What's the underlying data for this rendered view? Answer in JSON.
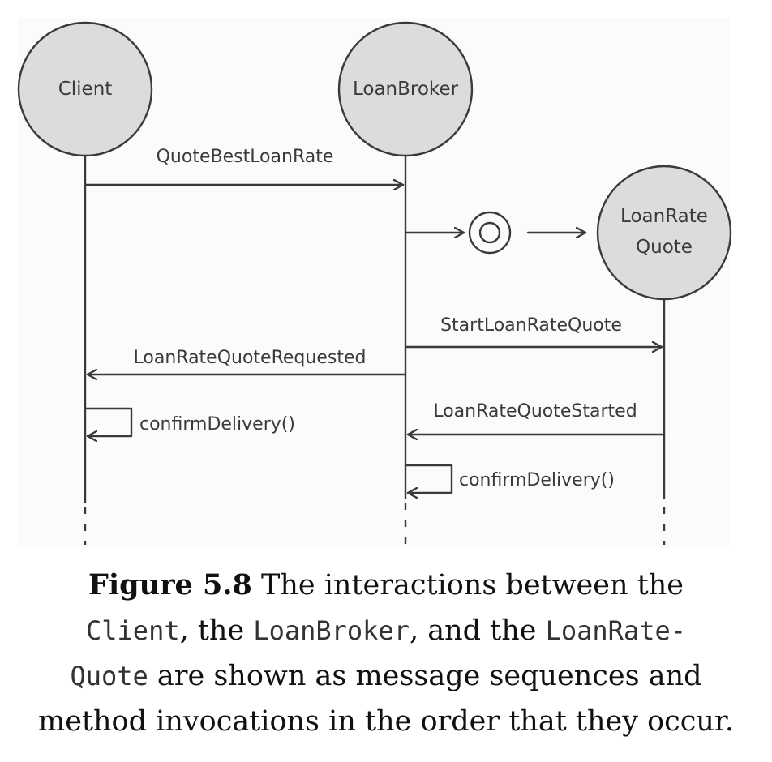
{
  "actors": {
    "client": "Client",
    "broker": "LoanBroker",
    "quote_line1": "LoanRate",
    "quote_line2": "Quote"
  },
  "messages": {
    "quote_best_loan_rate": "QuoteBestLoanRate",
    "start_loan_rate_quote": "StartLoanRateQuote",
    "loan_rate_quote_requested": "LoanRateQuoteRequested",
    "loan_rate_quote_started": "LoanRateQuoteStarted",
    "confirm_delivery_client": "confirmDelivery()",
    "confirm_delivery_broker": "confirmDelivery()"
  },
  "caption": {
    "label": "Figure 5.8",
    "text1": " The interactions between the",
    "code1": "Client",
    "text2": ", the ",
    "code2": "LoanBroker",
    "text3": ", and the ",
    "code3": "LoanRate-",
    "code4": "Quote",
    "text4": " are shown as message sequences and",
    "text5": "method invocations in the order that they occur."
  }
}
